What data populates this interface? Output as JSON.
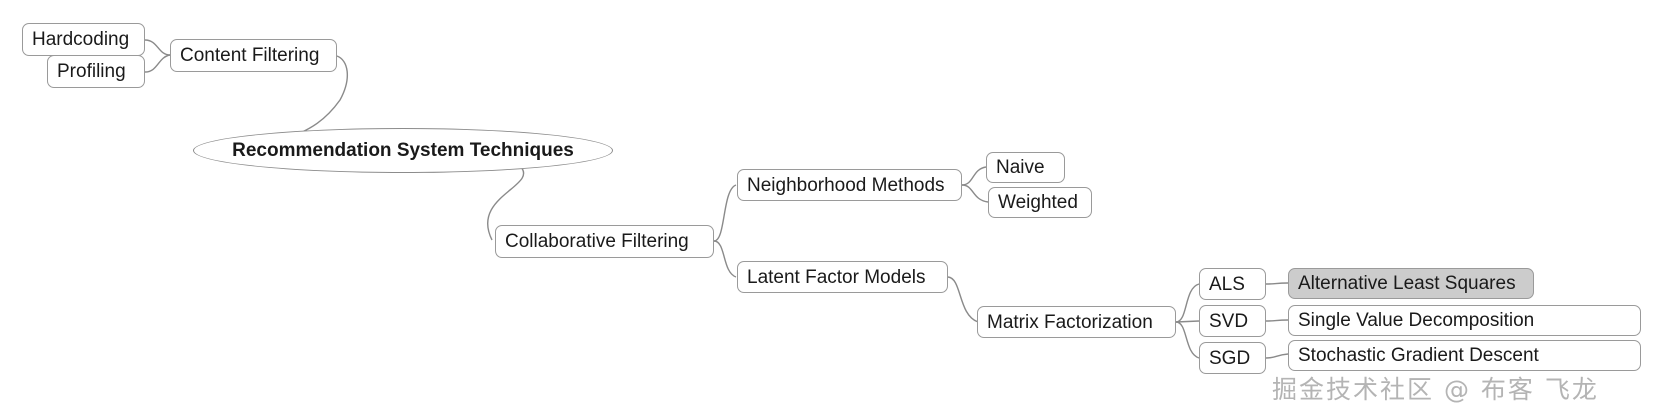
{
  "diagram": {
    "type": "mind-map",
    "title": "Recommendation System Techniques",
    "root": {
      "label": "Recommendation System Techniques"
    },
    "nodes": {
      "hardcoding": "Hardcoding",
      "profiling": "Profiling",
      "content_filtering": "Content Filtering",
      "collaborative_filtering": "Collaborative Filtering",
      "neighborhood_methods": "Neighborhood Methods",
      "naive": "Naive",
      "weighted": "Weighted",
      "latent_factor_models": "Latent Factor Models",
      "matrix_factorization": "Matrix Factorization",
      "als": "ALS",
      "als_full": "Alternative Least Squares",
      "svd": "SVD",
      "svd_full": "Single Value Decomposition",
      "sgd": "SGD",
      "sgd_full": "Stochastic Gradient Descent"
    },
    "highlighted_node": "Alternative Least Squares",
    "colors": {
      "node_border": "#9a9a9a",
      "node_fill": "#ffffff",
      "highlight_fill": "#cccccc",
      "edge": "#808080",
      "text": "#1a1a1a",
      "watermark": "#b0b0b0"
    }
  },
  "watermark": {
    "text": "掘金技术社区 @ 布客  飞龙"
  }
}
